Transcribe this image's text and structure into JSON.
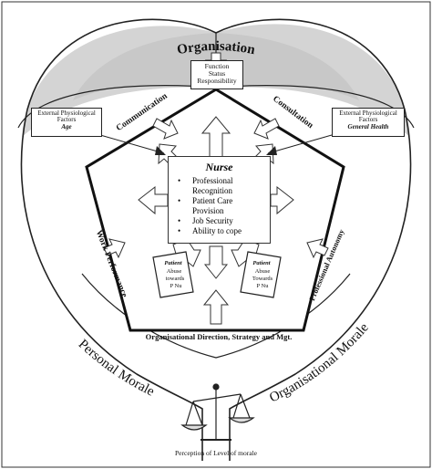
{
  "labels": {
    "organisation": "Organisation",
    "communication": "Communication",
    "consultation": "Consultation",
    "work_performance": "Work Performance",
    "professional_autonomy": "Professional Autonomy",
    "org_direction": "Organisational Direction, Strategy and Mgt.",
    "personal_morale": "Personal Morale",
    "organisational_morale": "Organisational Morale",
    "perception": "Perception of Level of morale"
  },
  "function_box": [
    "Function",
    "Status",
    "Responsibility"
  ],
  "external_left": {
    "line1": "External Physiological",
    "line2": "Factors",
    "bold": "Age"
  },
  "external_right": {
    "line1": "External Physiological",
    "line2": "Factors",
    "bold": "General Health"
  },
  "nurse": {
    "title": "Nurse",
    "items": [
      {
        "text": "Professional",
        "bullet": true
      },
      {
        "text": "Recognition",
        "bullet": false
      },
      {
        "text": "Patient Care",
        "bullet": true
      },
      {
        "text": "Provision",
        "bullet": false
      },
      {
        "text": "Job Security",
        "bullet": true
      },
      {
        "text": "Ability to cope",
        "bullet": true
      }
    ]
  },
  "patient_left": {
    "title": "Patient",
    "line1": "Abuse",
    "line2": "towards",
    "line3": "P Nu"
  },
  "patient_right": {
    "title": "Patient",
    "line1": "Abuse",
    "line2": "Towards",
    "line3": "P Nu"
  }
}
